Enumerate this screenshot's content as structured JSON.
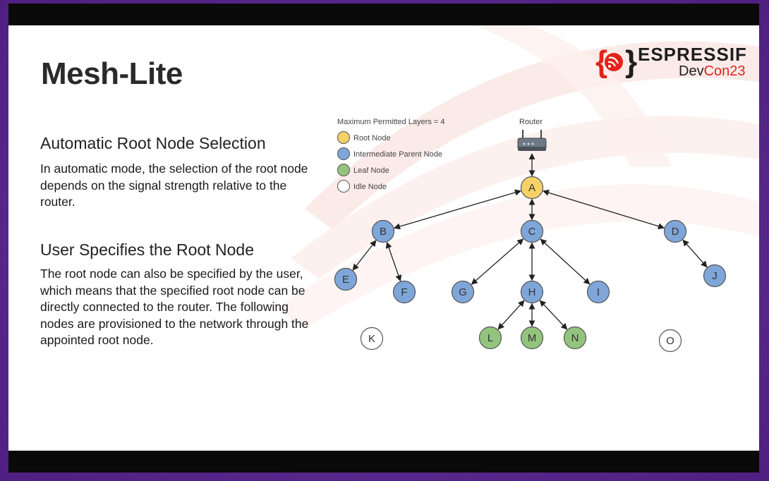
{
  "slide": {
    "title": "Mesh-Lite",
    "logo": {
      "brand": "ESPRESSIF",
      "event_prefix": "Dev",
      "event_suffix": "Con23",
      "accent_color": "#e2231a"
    },
    "sections": [
      {
        "heading": "Automatic Root Node Selection",
        "body": "In automatic mode, the selection of the root node depends on the signal strength relative to the router."
      },
      {
        "heading": "User Specifies the Root Node",
        "body": "The root node can also be specified by the user, which means that the specified root node can be directly connected to the router. The following nodes are provisioned to the network through the appointed root node."
      }
    ]
  },
  "diagram": {
    "legend_title": "Maximum Permitted Layers = 4",
    "router_label": "Router",
    "legend": [
      {
        "label": "Root Node",
        "color": "#f5d16a"
      },
      {
        "label": "Intermediate Parent Node",
        "color": "#7fa6d9"
      },
      {
        "label": "Leaf Node",
        "color": "#93c47d"
      },
      {
        "label": "Idle Node",
        "color": "#ffffff"
      }
    ],
    "nodes": [
      {
        "id": "A",
        "type": "root"
      },
      {
        "id": "B",
        "type": "intermediate"
      },
      {
        "id": "C",
        "type": "intermediate"
      },
      {
        "id": "D",
        "type": "intermediate"
      },
      {
        "id": "E",
        "type": "intermediate"
      },
      {
        "id": "F",
        "type": "intermediate"
      },
      {
        "id": "G",
        "type": "intermediate"
      },
      {
        "id": "H",
        "type": "intermediate"
      },
      {
        "id": "I",
        "type": "intermediate"
      },
      {
        "id": "J",
        "type": "intermediate"
      },
      {
        "id": "K",
        "type": "idle"
      },
      {
        "id": "L",
        "type": "leaf"
      },
      {
        "id": "M",
        "type": "leaf"
      },
      {
        "id": "N",
        "type": "leaf"
      },
      {
        "id": "O",
        "type": "idle"
      }
    ],
    "edges": [
      [
        "Router",
        "A"
      ],
      [
        "A",
        "B"
      ],
      [
        "A",
        "C"
      ],
      [
        "A",
        "D"
      ],
      [
        "B",
        "E"
      ],
      [
        "B",
        "F"
      ],
      [
        "C",
        "G"
      ],
      [
        "C",
        "H"
      ],
      [
        "C",
        "I"
      ],
      [
        "D",
        "J"
      ],
      [
        "H",
        "L"
      ],
      [
        "H",
        "M"
      ],
      [
        "H",
        "N"
      ]
    ]
  }
}
